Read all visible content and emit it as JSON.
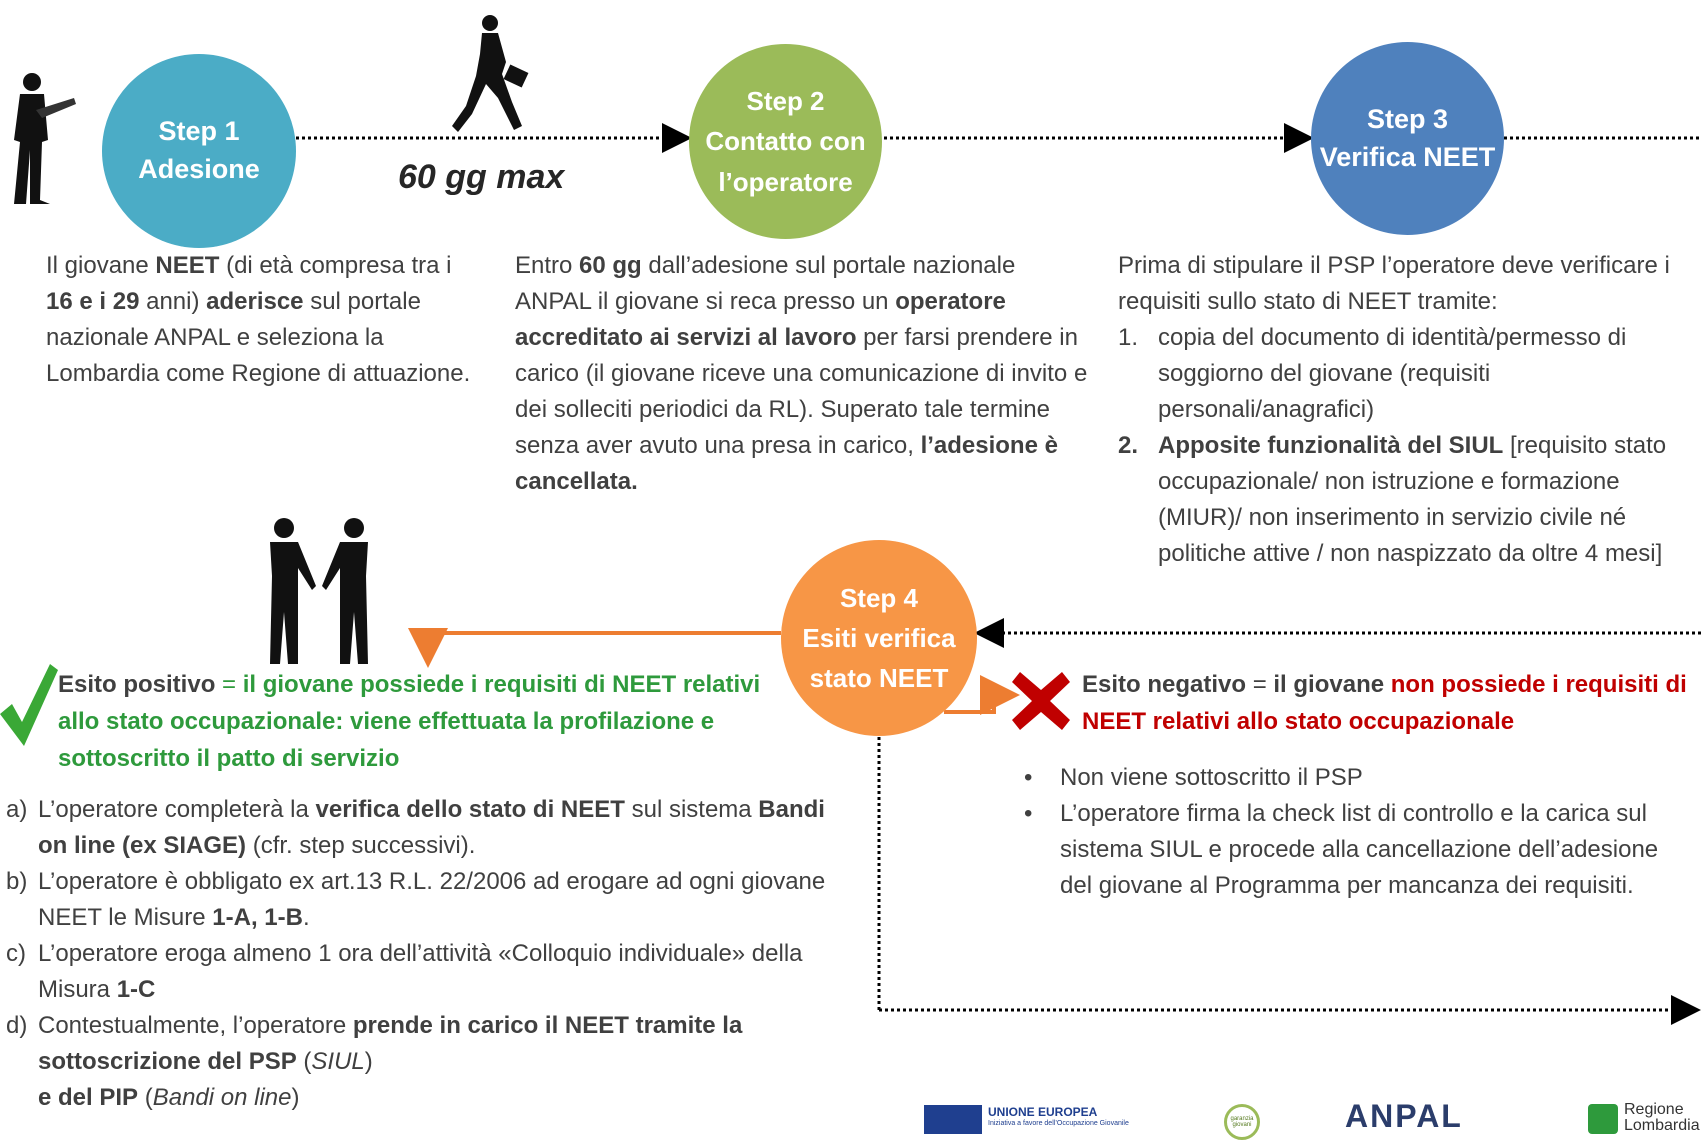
{
  "step1": {
    "label": "Step 1",
    "name": "Adesione"
  },
  "step2": {
    "label": "Step 2",
    "name_l1": "Contatto con",
    "name_l2": "l’operatore"
  },
  "step3": {
    "label": "Step 3",
    "name": "Verifica NEET"
  },
  "step4": {
    "label": "Step 4",
    "name_l1": "Esiti verifica",
    "name_l2": "stato NEET"
  },
  "timing": "60 gg max",
  "desc1": {
    "t1": "Il giovane ",
    "b1": "NEET",
    "t2": " (di età compresa tra i ",
    "b2": "16 e i 29",
    "t3": " anni) ",
    "b3": "aderisce",
    "t4": " sul portale nazionale ANPAL e seleziona la Lombardia come Regione di attuazione."
  },
  "desc2": {
    "t1": "Entro ",
    "b1": "60 gg",
    "t2": " dall’adesione sul portale nazionale ANPAL il giovane si reca presso un ",
    "b2": "operatore accreditato ai servizi al lavoro",
    "t3": " per farsi prendere in carico (il giovane riceve una comunicazione di invito e dei solleciti periodici da RL). Superato tale termine senza aver avuto una presa in carico, ",
    "b3": "l’adesione è cancellata."
  },
  "desc3": {
    "intro": "Prima di stipulare il PSP l’operatore deve verificare i requisiti sullo stato di NEET tramite:",
    "item1_num": "1.",
    "item1": "copia del documento di identità/permesso di soggiorno del giovane (requisiti personali/anagrafici)",
    "item2_num": "2.",
    "item2_b": "Apposite funzionalità del SIUL",
    "item2": " [requisito stato occupazionale/ non istruzione e formazione (MIUR)/ non inserimento in servizio civile né politiche attive / non naspizzato da oltre 4 mesi]"
  },
  "positive": {
    "b1": "Esito positivo",
    "t1": " = ",
    "g1": "il giovane possiede i requisiti di NEET relativi allo stato occupazionale: viene effettuata la profilazione e sottoscritto il patto di servizio",
    "a_lab": "a)",
    "a_t1": "L’operatore completerà la ",
    "a_b1": "verifica dello stato di NEET",
    "a_t2": " sul sistema ",
    "a_b2": "Bandi on line (ex SIAGE)",
    "a_t3": " (cfr. step successivi).",
    "b_lab": "b)",
    "b_t1": "L’operatore è obbligato ex art.13 R.L. 22/2006 ad erogare ad ogni giovane NEET le Misure ",
    "b_b1": "1-A, 1-B",
    "b_t2": ".",
    "c_lab": "c)",
    "c_t1": "L’operatore eroga almeno 1 ora dell’attività «Colloquio individuale» della Misura ",
    "c_b1": "1-C",
    "d_lab": "d)",
    "d_t1": "Contestualmente, l’operatore ",
    "d_b1": "prende in carico il NEET tramite la sottoscrizione del PSP",
    "d_t2": " (",
    "d_i1": "SIUL",
    "d_t3": ")",
    "d_b2": "e del PIP",
    "d_t4": " (",
    "d_i2": "Bandi on line",
    "d_t5": ")"
  },
  "negative": {
    "b1": "Esito negativo",
    "t1": " = ",
    "b2": "il giovane ",
    "r1": "non possiede i requisiti di NEET relativi allo stato occupazionale",
    "bullet": "•",
    "item1": "Non viene sottoscritto il PSP",
    "item2": "L’operatore firma la check list di controllo e la carica sul sistema SIUL e procede alla cancellazione dell’adesione del giovane al Programma per mancanza dei requisiti."
  },
  "logos": {
    "eu": "UNIONE EUROPEA",
    "eu_sub": "Iniziativa a favore dell’Occupazione Giovanile",
    "gg": "garanzia giovani",
    "anpal": "ANPAL",
    "rl1": "Regione",
    "rl2": "Lombardia"
  },
  "colors": {
    "step1": "#4bacc6",
    "step2": "#9bbb59",
    "step3": "#4f81bd",
    "step4": "#f79646",
    "positive": "#2e9a3c",
    "negative": "#c00000",
    "arrow": "#ed7d31"
  }
}
